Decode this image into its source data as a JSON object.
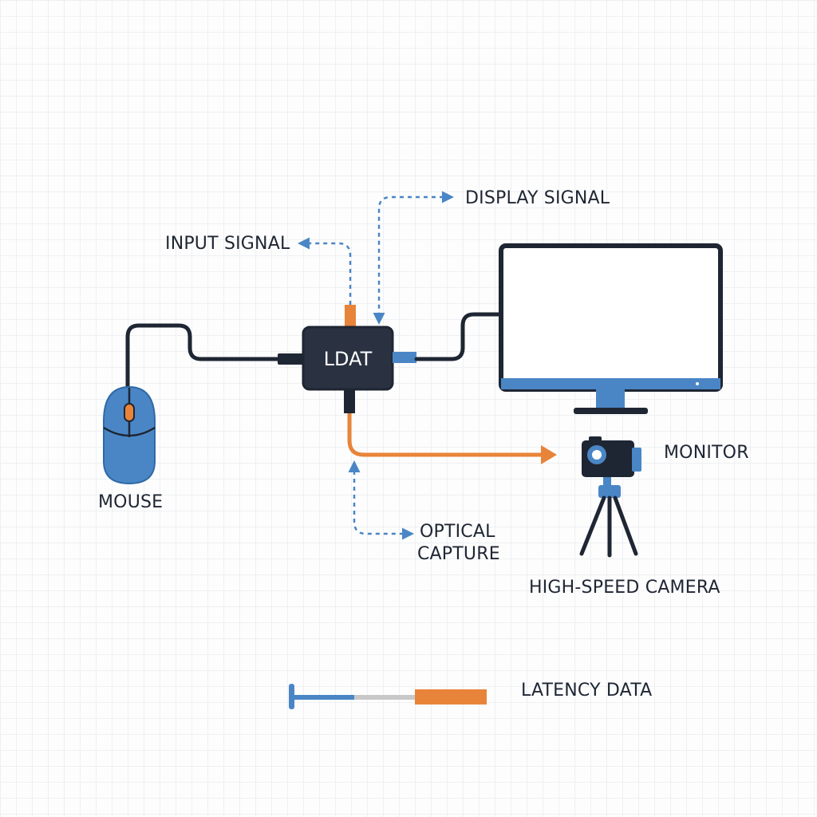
{
  "device": {
    "label": "LDAT"
  },
  "labels": {
    "input_signal": "INPUT SIGNAL",
    "display_signal": "DISPLAY SIGNAL",
    "mouse": "MOUSE",
    "monitor": "MONITOR",
    "optical_capture_line1": "OPTICAL",
    "optical_capture_line2": "CAPTURE",
    "high_speed_camera": "HIGH-SPEED CAMERA",
    "latency_data": "LATENCY DATA"
  },
  "icons": {
    "mouse": "mouse-icon",
    "monitor": "monitor-icon",
    "camera": "camera-icon",
    "tripod": "tripod-icon"
  },
  "colors": {
    "dark": "#1e2633",
    "blue": "#4a86c5",
    "orange": "#e8843a",
    "gray": "#c8c8c8"
  }
}
